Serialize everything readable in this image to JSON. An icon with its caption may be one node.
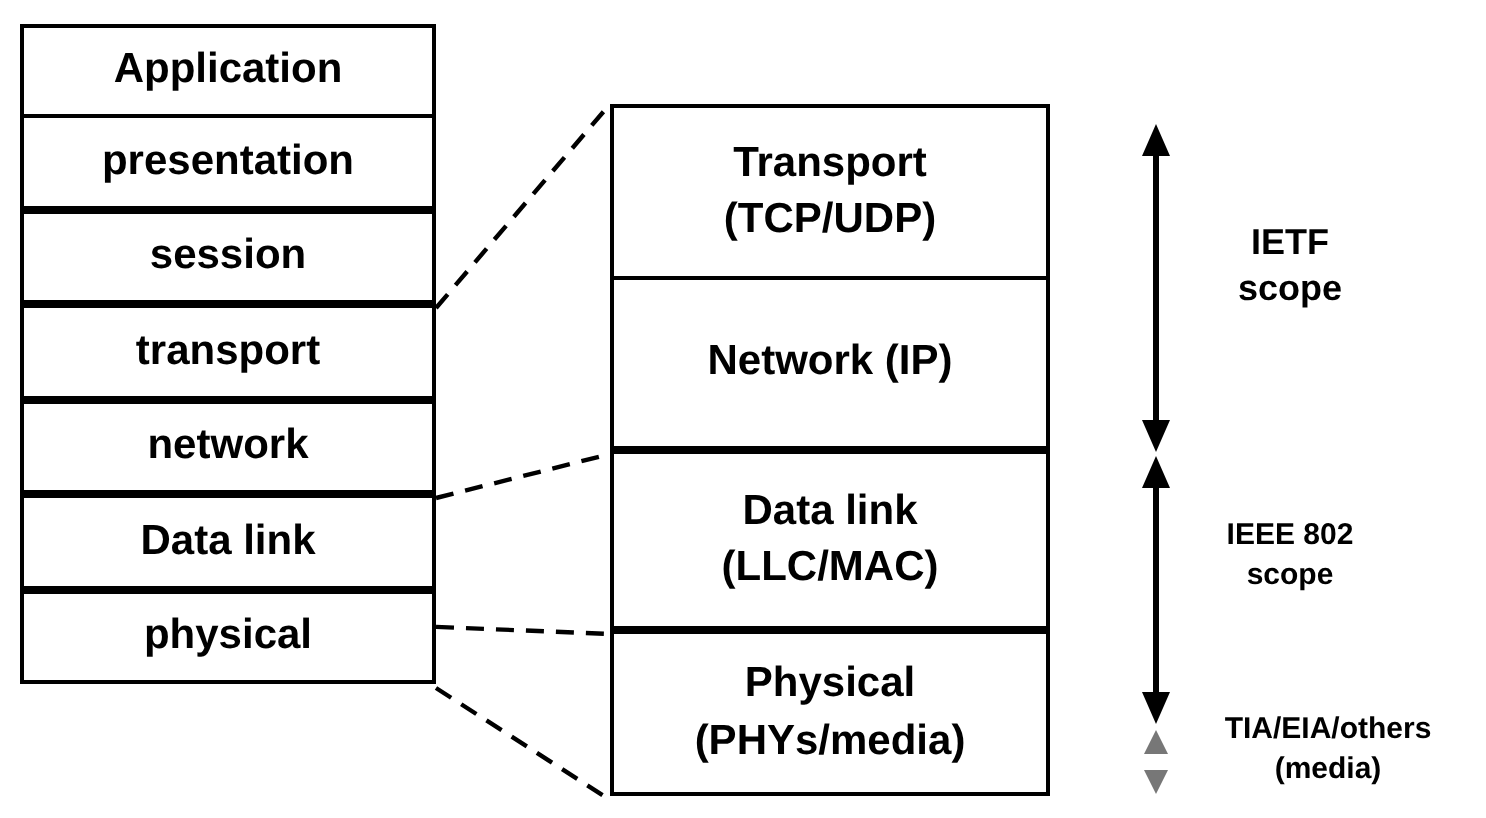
{
  "diagram": {
    "nodes": [
      {
        "text": [
          "Application"
        ]
      },
      {
        "text": [
          "presentation"
        ]
      },
      {
        "text": [
          "session"
        ]
      },
      {
        "text": [
          "transport"
        ]
      },
      {
        "text": [
          "network"
        ]
      },
      {
        "text": [
          "Data link"
        ]
      },
      {
        "text": [
          "physical"
        ]
      },
      {
        "text": [
          "Transport (TCP/UDP)"
        ]
      },
      {
        "text": [
          "Network (IP)"
        ]
      },
      {
        "text": [
          "Data link (LLC/MAC)"
        ]
      },
      {
        "text": [
          "Physical (PHYs/media)"
        ]
      }
    ],
    "edges": [
      {
        "from": 2,
        "to": 7,
        "arrow": "none",
        "style": "dashed"
      },
      {
        "from": 4,
        "to": 9,
        "arrow": "none",
        "style": "dashed"
      },
      {
        "from": 6,
        "to": 10,
        "arrow": "none",
        "style": "dashed"
      },
      {
        "from": 6,
        "to": 10,
        "arrow": "none",
        "style": "dashed"
      }
    ],
    "labels": [
      "IETF scope",
      "IEEE 802 scope",
      "TIA/EIA/others (media)"
    ]
  }
}
